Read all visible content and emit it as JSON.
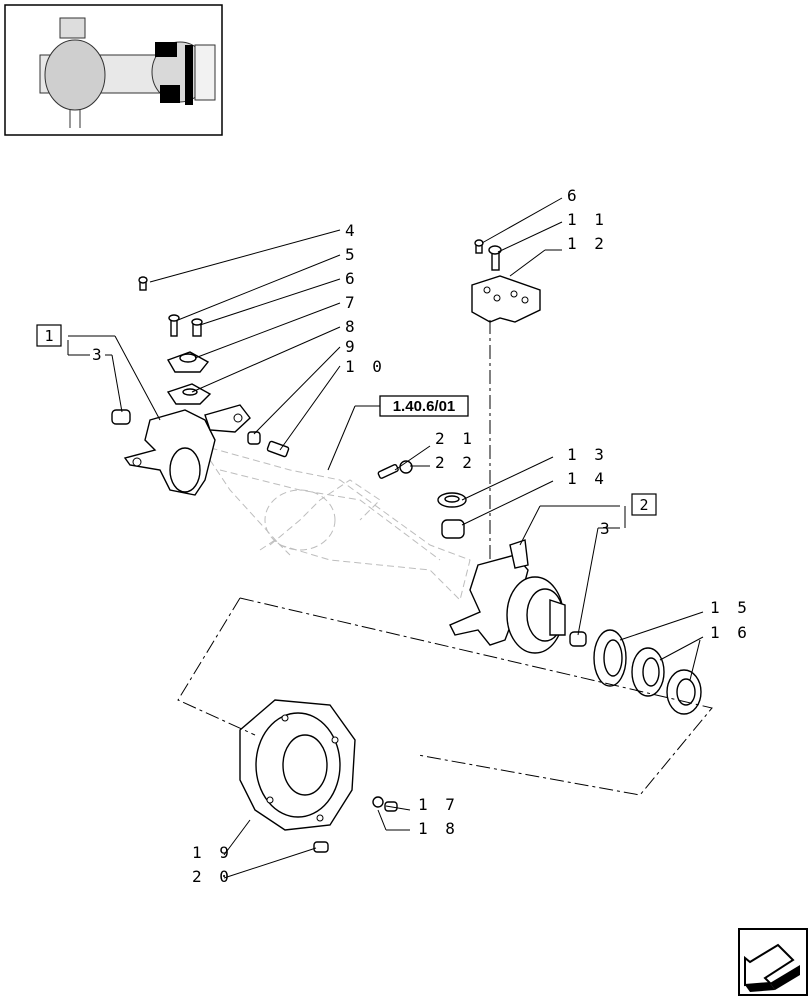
{
  "callouts": [
    {
      "id": "c4",
      "text": "4"
    },
    {
      "id": "c5",
      "text": "5"
    },
    {
      "id": "c6a",
      "text": "6"
    },
    {
      "id": "c7",
      "text": "7"
    },
    {
      "id": "c8",
      "text": "8"
    },
    {
      "id": "c9",
      "text": "9"
    },
    {
      "id": "c10",
      "text": "1 0"
    },
    {
      "id": "c6b",
      "text": "6"
    },
    {
      "id": "c11",
      "text": "1 1"
    },
    {
      "id": "c12",
      "text": "1 2"
    },
    {
      "id": "c21",
      "text": "2 1"
    },
    {
      "id": "c22",
      "text": "2 2"
    },
    {
      "id": "c13",
      "text": "1 3"
    },
    {
      "id": "c14",
      "text": "1 4"
    },
    {
      "id": "c15",
      "text": "1 5"
    },
    {
      "id": "c16",
      "text": "1 6"
    },
    {
      "id": "c17",
      "text": "1 7"
    },
    {
      "id": "c18",
      "text": "1 8"
    },
    {
      "id": "c19",
      "text": "1 9"
    },
    {
      "id": "c20",
      "text": "2 0"
    },
    {
      "id": "c3a",
      "text": "3"
    },
    {
      "id": "c3b",
      "text": "3"
    }
  ],
  "group_boxes": [
    {
      "id": "g1",
      "text": "1"
    },
    {
      "id": "g2",
      "text": "2"
    }
  ],
  "reference": {
    "text": "1.40.6/01"
  },
  "icons": {
    "thumbnail": "axle-overview-thumbnail",
    "nav": "previous-page-arrow-icon"
  }
}
